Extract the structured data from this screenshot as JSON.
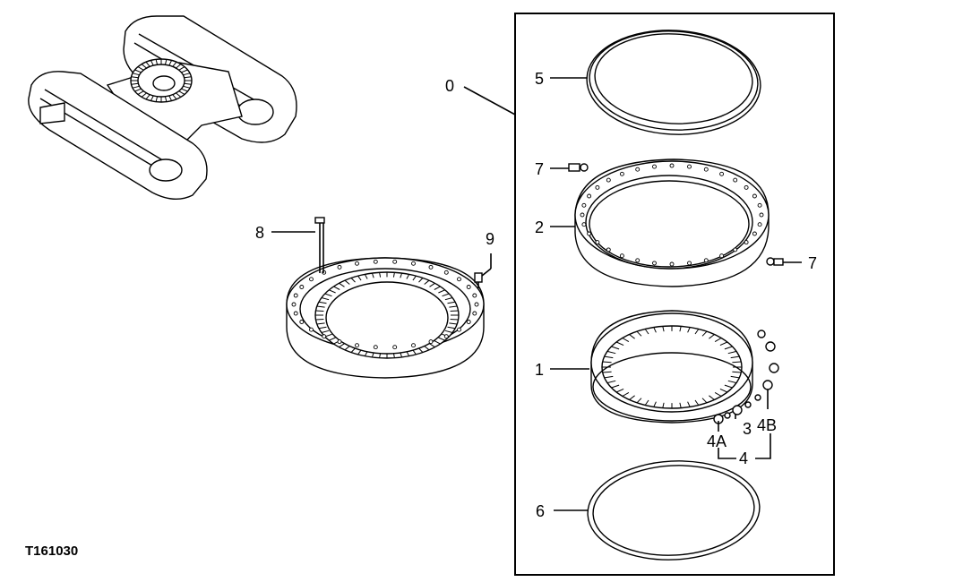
{
  "figure_id": "T161030",
  "callouts": {
    "c0": "0",
    "c1": "1",
    "c2": "2",
    "c3": "3",
    "c4": "4",
    "c4a": "4A",
    "c4b": "4B",
    "c5": "5",
    "c6": "6",
    "c7_top": "7",
    "c7_right": "7",
    "c8": "8",
    "c9": "9"
  }
}
